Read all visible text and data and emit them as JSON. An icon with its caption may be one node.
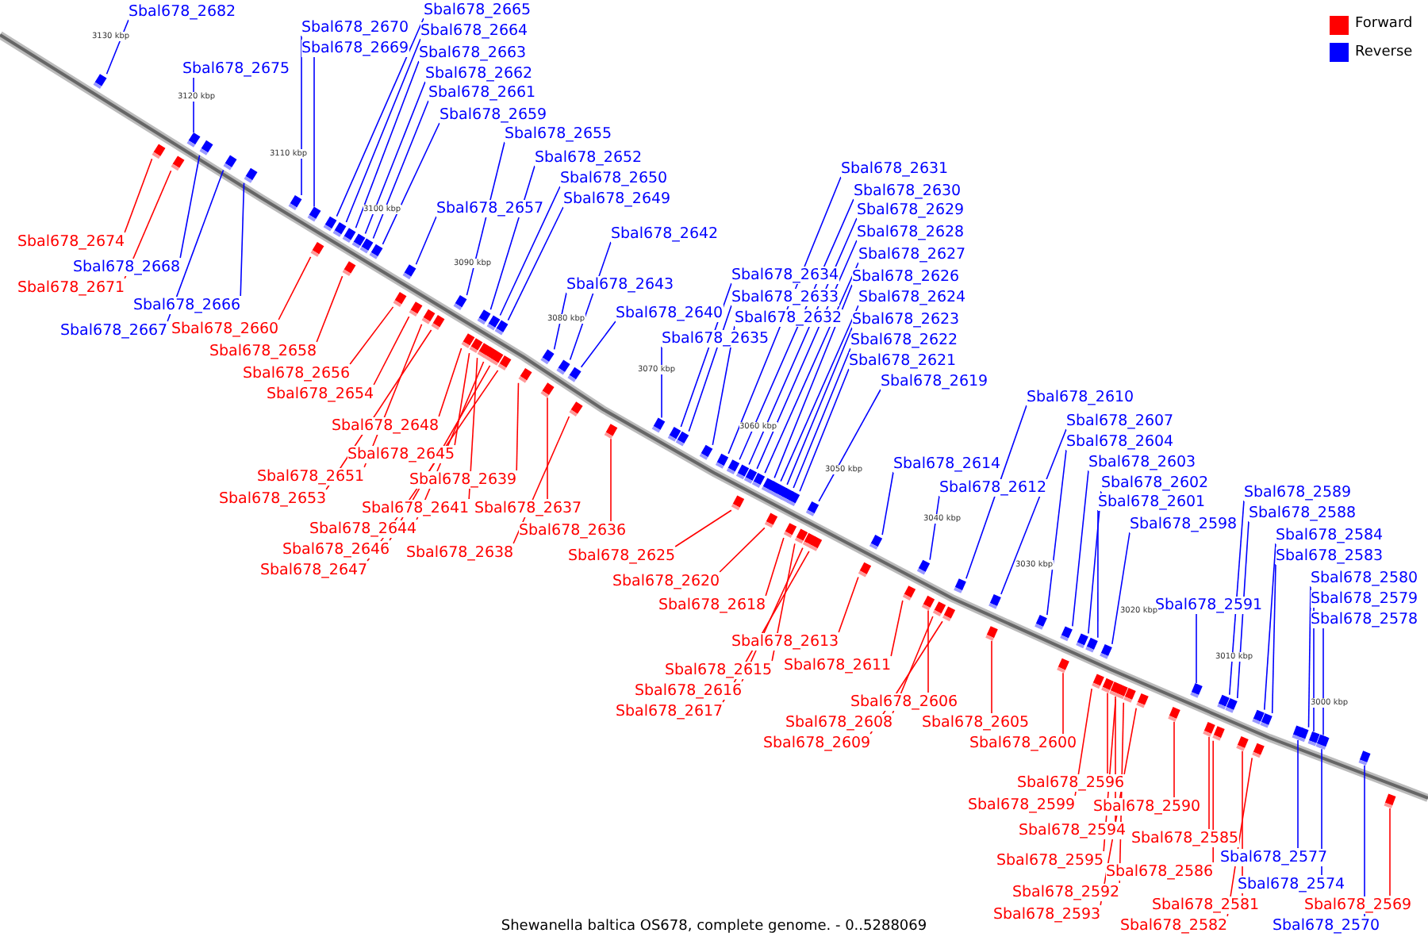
{
  "diagram": {
    "caption": "Shewanella baltica OS678, complete genome. - 0..5288069",
    "nodes": [
      {
        "text": [
          "Sbal678_2682"
        ]
      },
      {
        "text": [
          "Sbal678_2670"
        ]
      },
      {
        "text": [
          "Sbal678_2669"
        ]
      },
      {
        "text": [
          "Sbal678_2675"
        ]
      },
      {
        "text": [
          "Sbal678_2665"
        ]
      },
      {
        "text": [
          "Sbal678_2664"
        ]
      },
      {
        "text": [
          "Sbal678_2663"
        ]
      },
      {
        "text": [
          "Sbal678_2662"
        ]
      },
      {
        "text": [
          "Sbal678_2661"
        ]
      },
      {
        "text": [
          "Sbal678_2659"
        ]
      },
      {
        "text": [
          "Sbal678_2655"
        ]
      },
      {
        "text": [
          "Sbal678_2652"
        ]
      },
      {
        "text": [
          "Sbal678_2650"
        ]
      },
      {
        "text": [
          "Sbal678_2649"
        ]
      },
      {
        "text": [
          "Sbal678_2657"
        ]
      },
      {
        "text": [
          "Sbal678_2642"
        ]
      },
      {
        "text": [
          "Sbal678_2643"
        ]
      },
      {
        "text": [
          "Sbal678_2640"
        ]
      },
      {
        "text": [
          "Sbal678_2634"
        ]
      },
      {
        "text": [
          "Sbal678_2633"
        ]
      },
      {
        "text": [
          "Sbal678_2632"
        ]
      },
      {
        "text": [
          "Sbal678_2635"
        ]
      },
      {
        "text": [
          "Sbal678_2631"
        ]
      },
      {
        "text": [
          "Sbal678_2630"
        ]
      },
      {
        "text": [
          "Sbal678_2629"
        ]
      },
      {
        "text": [
          "Sbal678_2628"
        ]
      },
      {
        "text": [
          "Sbal678_2627"
        ]
      },
      {
        "text": [
          "Sbal678_2626"
        ]
      },
      {
        "text": [
          "Sbal678_2624"
        ]
      },
      {
        "text": [
          "Sbal678_2623"
        ]
      },
      {
        "text": [
          "Sbal678_2622"
        ]
      },
      {
        "text": [
          "Sbal678_2621"
        ]
      },
      {
        "text": [
          "Sbal678_2619"
        ]
      },
      {
        "text": [
          "Sbal678_2610"
        ]
      },
      {
        "text": [
          "Sbal678_2614"
        ]
      },
      {
        "text": [
          "Sbal678_2612"
        ]
      },
      {
        "text": [
          "Sbal678_2607"
        ]
      },
      {
        "text": [
          "Sbal678_2604"
        ]
      },
      {
        "text": [
          "Sbal678_2603"
        ]
      },
      {
        "text": [
          "Sbal678_2602"
        ]
      },
      {
        "text": [
          "Sbal678_2601"
        ]
      },
      {
        "text": [
          "Sbal678_2598"
        ]
      },
      {
        "text": [
          "Sbal678_2591"
        ]
      },
      {
        "text": [
          "Sbal678_2589"
        ]
      },
      {
        "text": [
          "Sbal678_2588"
        ]
      },
      {
        "text": [
          "Sbal678_2584"
        ]
      },
      {
        "text": [
          "Sbal678_2583"
        ]
      },
      {
        "text": [
          "Sbal678_2580"
        ]
      },
      {
        "text": [
          "Sbal678_2579"
        ]
      },
      {
        "text": [
          "Sbal678_2578"
        ]
      },
      {
        "text": [
          "Sbal678_2674"
        ]
      },
      {
        "text": [
          "Sbal678_2668"
        ]
      },
      {
        "text": [
          "Sbal678_2671"
        ]
      },
      {
        "text": [
          "Sbal678_2666"
        ]
      },
      {
        "text": [
          "Sbal678_2667"
        ]
      },
      {
        "text": [
          "Sbal678_2660"
        ]
      },
      {
        "text": [
          "Sbal678_2658"
        ]
      },
      {
        "text": [
          "Sbal678_2656"
        ]
      },
      {
        "text": [
          "Sbal678_2654"
        ]
      },
      {
        "text": [
          "Sbal678_2648"
        ]
      },
      {
        "text": [
          "Sbal678_2645"
        ]
      },
      {
        "text": [
          "Sbal678_2651"
        ]
      },
      {
        "text": [
          "Sbal678_2653"
        ]
      },
      {
        "text": [
          "Sbal678_2639"
        ]
      },
      {
        "text": [
          "Sbal678_2641"
        ]
      },
      {
        "text": [
          "Sbal678_2644"
        ]
      },
      {
        "text": [
          "Sbal678_2646"
        ]
      },
      {
        "text": [
          "Sbal678_2647"
        ]
      },
      {
        "text": [
          "Sbal678_2637"
        ]
      },
      {
        "text": [
          "Sbal678_2636"
        ]
      },
      {
        "text": [
          "Sbal678_2638"
        ]
      },
      {
        "text": [
          "Sbal678_2625"
        ]
      },
      {
        "text": [
          "Sbal678_2620"
        ]
      },
      {
        "text": [
          "Sbal678_2618"
        ]
      },
      {
        "text": [
          "Sbal678_2613"
        ]
      },
      {
        "text": [
          "Sbal678_2615"
        ]
      },
      {
        "text": [
          "Sbal678_2611"
        ]
      },
      {
        "text": [
          "Sbal678_2616"
        ]
      },
      {
        "text": [
          "Sbal678_2617"
        ]
      },
      {
        "text": [
          "Sbal678_2606"
        ]
      },
      {
        "text": [
          "Sbal678_2608"
        ]
      },
      {
        "text": [
          "Sbal678_2609"
        ]
      },
      {
        "text": [
          "Sbal678_2605"
        ]
      },
      {
        "text": [
          "Sbal678_2600"
        ]
      },
      {
        "text": [
          "Sbal678_2596"
        ]
      },
      {
        "text": [
          "Sbal678_2599"
        ]
      },
      {
        "text": [
          "Sbal678_2590"
        ]
      },
      {
        "text": [
          "Sbal678_2594"
        ]
      },
      {
        "text": [
          "Sbal678_2585"
        ]
      },
      {
        "text": [
          "Sbal678_2595"
        ]
      },
      {
        "text": [
          "Sbal678_2586"
        ]
      },
      {
        "text": [
          "Sbal678_2577"
        ]
      },
      {
        "text": [
          "Sbal678_2592"
        ]
      },
      {
        "text": [
          "Sbal678_2574"
        ]
      },
      {
        "text": [
          "Sbal678_2581"
        ]
      },
      {
        "text": [
          "Sbal678_2569"
        ]
      },
      {
        "text": [
          "Sbal678_2593"
        ]
      },
      {
        "text": [
          "Sbal678_2582"
        ]
      },
      {
        "text": [
          "Sbal678_2570"
        ]
      },
      {
        "text": [],
        "shape": "bar"
      },
      {
        "text": [],
        "shape": "bar"
      },
      {
        "text": [],
        "shape": "bar"
      },
      {
        "text": [],
        "shape": "bar"
      },
      {
        "text": [],
        "shape": "bar"
      },
      {
        "text": [],
        "shape": "bar"
      },
      {
        "text": [],
        "shape": "bar"
      },
      {
        "text": [],
        "shape": "bar"
      },
      {
        "text": [],
        "shape": "bar"
      },
      {
        "text": [],
        "shape": "bar"
      },
      {
        "text": [],
        "shape": "bar"
      },
      {
        "text": [],
        "shape": "bar"
      },
      {
        "text": [],
        "shape": "bar"
      },
      {
        "text": [],
        "shape": "bar"
      },
      {
        "text": [],
        "shape": "bar"
      },
      {
        "text": [],
        "shape": "bar"
      },
      {
        "text": [],
        "shape": "bar"
      },
      {
        "text": [],
        "shape": "bar"
      },
      {
        "text": [],
        "shape": "bar"
      },
      {
        "text": [],
        "shape": "bar"
      },
      {
        "text": [],
        "shape": "bar"
      },
      {
        "text": [],
        "shape": "bar"
      },
      {
        "text": [],
        "shape": "bar"
      },
      {
        "text": [],
        "shape": "bar"
      },
      {
        "text": [],
        "shape": "bar"
      },
      {
        "text": [],
        "shape": "bar"
      },
      {
        "text": [],
        "shape": "bar"
      },
      {
        "text": [],
        "shape": "bar"
      },
      {
        "text": [],
        "shape": "bar"
      },
      {
        "text": [],
        "shape": "bar"
      },
      {
        "text": [],
        "shape": "bar"
      },
      {
        "text": [],
        "shape": "bar"
      },
      {
        "text": [],
        "shape": "bar"
      },
      {
        "text": [],
        "shape": "bar"
      },
      {
        "text": [],
        "shape": "bar"
      },
      {
        "text": [],
        "shape": "bar"
      },
      {
        "text": [],
        "shape": "bar"
      },
      {
        "text": [],
        "shape": "bar"
      },
      {
        "text": [],
        "shape": "bar"
      },
      {
        "text": [],
        "shape": "bar"
      },
      {
        "text": [],
        "shape": "bar"
      },
      {
        "text": [],
        "shape": "bar"
      },
      {
        "text": [],
        "shape": "bar"
      },
      {
        "text": [],
        "shape": "bar"
      },
      {
        "text": [],
        "shape": "bar"
      },
      {
        "text": [],
        "shape": "bar"
      },
      {
        "text": [],
        "shape": "bar"
      },
      {
        "text": [],
        "shape": "bar"
      },
      {
        "text": [],
        "shape": "bar"
      },
      {
        "text": [],
        "shape": "bar"
      },
      {
        "text": [],
        "shape": "bar"
      },
      {
        "text": [],
        "shape": "bar"
      },
      {
        "text": [],
        "shape": "bar"
      },
      {
        "text": [],
        "shape": "bar"
      },
      {
        "text": [],
        "shape": "bar"
      },
      {
        "text": [],
        "shape": "bar"
      },
      {
        "text": [],
        "shape": "bar"
      },
      {
        "text": [],
        "shape": "bar"
      },
      {
        "text": [],
        "shape": "bar"
      },
      {
        "text": [],
        "shape": "bar"
      },
      {
        "text": [],
        "shape": "bar"
      },
      {
        "text": [],
        "shape": "bar"
      },
      {
        "text": [],
        "shape": "bar"
      },
      {
        "text": [],
        "shape": "bar"
      },
      {
        "text": [],
        "shape": "bar"
      },
      {
        "text": [],
        "shape": "bar"
      },
      {
        "text": [],
        "shape": "bar"
      },
      {
        "text": [],
        "shape": "bar"
      },
      {
        "text": [],
        "shape": "bar"
      },
      {
        "text": [],
        "shape": "bar"
      },
      {
        "text": [],
        "shape": "bar"
      },
      {
        "text": [],
        "shape": "bar"
      },
      {
        "text": [],
        "shape": "bar"
      },
      {
        "text": [],
        "shape": "bar"
      },
      {
        "text": [],
        "shape": "bar"
      },
      {
        "text": [],
        "shape": "bar"
      },
      {
        "text": [],
        "shape": "bar"
      },
      {
        "text": [],
        "shape": "bar"
      },
      {
        "text": [],
        "shape": "bar"
      },
      {
        "text": [],
        "shape": "bar"
      },
      {
        "text": [],
        "shape": "bar"
      },
      {
        "text": [],
        "shape": "bar"
      },
      {
        "text": [],
        "shape": "bar"
      },
      {
        "text": [],
        "shape": "bar"
      },
      {
        "text": [],
        "shape": "bar"
      },
      {
        "text": [],
        "shape": "bar"
      },
      {
        "text": [],
        "shape": "bar"
      },
      {
        "text": [],
        "shape": "bar"
      },
      {
        "text": [],
        "shape": "bar"
      },
      {
        "text": [],
        "shape": "bar"
      },
      {
        "text": [],
        "shape": "bar"
      },
      {
        "text": [],
        "shape": "bar"
      },
      {
        "text": [],
        "shape": "bar"
      },
      {
        "text": [],
        "shape": "bar"
      },
      {
        "text": [],
        "shape": "bar"
      },
      {
        "text": [],
        "shape": "bar"
      },
      {
        "text": [],
        "shape": "bar"
      },
      {
        "text": [],
        "shape": "bar"
      },
      {
        "text": [],
        "shape": "bar"
      }
    ],
    "edges": [
      {
        "from": 0,
        "to": 99,
        "arrow": "none"
      },
      {
        "from": 1,
        "to": 100,
        "arrow": "none"
      },
      {
        "from": 2,
        "to": 101,
        "arrow": "none"
      },
      {
        "from": 3,
        "to": 102,
        "arrow": "none"
      },
      {
        "from": 4,
        "to": 103,
        "arrow": "none"
      },
      {
        "from": 5,
        "to": 104,
        "arrow": "none"
      },
      {
        "from": 6,
        "to": 105,
        "arrow": "none"
      },
      {
        "from": 7,
        "to": 106,
        "arrow": "none"
      },
      {
        "from": 8,
        "to": 107,
        "arrow": "none"
      },
      {
        "from": 9,
        "to": 108,
        "arrow": "none"
      },
      {
        "from": 10,
        "to": 109,
        "arrow": "none"
      },
      {
        "from": 11,
        "to": 110,
        "arrow": "none"
      },
      {
        "from": 12,
        "to": 111,
        "arrow": "none"
      },
      {
        "from": 13,
        "to": 112,
        "arrow": "none"
      },
      {
        "from": 14,
        "to": 113,
        "arrow": "none"
      },
      {
        "from": 15,
        "to": 114,
        "arrow": "none"
      },
      {
        "from": 16,
        "to": 115,
        "arrow": "none"
      },
      {
        "from": 17,
        "to": 116,
        "arrow": "none"
      },
      {
        "from": 18,
        "to": 117,
        "arrow": "none"
      },
      {
        "from": 19,
        "to": 118,
        "arrow": "none"
      },
      {
        "from": 20,
        "to": 119,
        "arrow": "none"
      },
      {
        "from": 21,
        "to": 120,
        "arrow": "none"
      },
      {
        "from": 22,
        "to": 121,
        "arrow": "none"
      },
      {
        "from": 23,
        "to": 122,
        "arrow": "none"
      },
      {
        "from": 24,
        "to": 123,
        "arrow": "none"
      },
      {
        "from": 25,
        "to": 124,
        "arrow": "none"
      },
      {
        "from": 26,
        "to": 125,
        "arrow": "none"
      },
      {
        "from": 27,
        "to": 126,
        "arrow": "none"
      },
      {
        "from": 28,
        "to": 127,
        "arrow": "none"
      },
      {
        "from": 29,
        "to": 128,
        "arrow": "none"
      },
      {
        "from": 30,
        "to": 129,
        "arrow": "none"
      },
      {
        "from": 31,
        "to": 130,
        "arrow": "none"
      },
      {
        "from": 32,
        "to": 131,
        "arrow": "none"
      },
      {
        "from": 33,
        "to": 132,
        "arrow": "none"
      },
      {
        "from": 34,
        "to": 133,
        "arrow": "none"
      },
      {
        "from": 35,
        "to": 134,
        "arrow": "none"
      },
      {
        "from": 36,
        "to": 135,
        "arrow": "none"
      },
      {
        "from": 37,
        "to": 136,
        "arrow": "none"
      },
      {
        "from": 38,
        "to": 137,
        "arrow": "none"
      },
      {
        "from": 39,
        "to": 138,
        "arrow": "none"
      },
      {
        "from": 40,
        "to": 139,
        "arrow": "none"
      },
      {
        "from": 41,
        "to": 140,
        "arrow": "none"
      },
      {
        "from": 42,
        "to": 141,
        "arrow": "none"
      },
      {
        "from": 43,
        "to": 142,
        "arrow": "none"
      },
      {
        "from": 44,
        "to": 143,
        "arrow": "none"
      },
      {
        "from": 45,
        "to": 144,
        "arrow": "none"
      },
      {
        "from": 46,
        "to": 145,
        "arrow": "none"
      },
      {
        "from": 47,
        "to": 146,
        "arrow": "none"
      },
      {
        "from": 48,
        "to": 147,
        "arrow": "none"
      },
      {
        "from": 49,
        "to": 148,
        "arrow": "none"
      },
      {
        "from": 50,
        "to": 149,
        "arrow": "none",
        "color": "#ff0000"
      },
      {
        "from": 51,
        "to": 150,
        "arrow": "none"
      },
      {
        "from": 52,
        "to": 151,
        "arrow": "none",
        "color": "#ff0000"
      },
      {
        "from": 53,
        "to": 152,
        "arrow": "none"
      },
      {
        "from": 54,
        "to": 153,
        "arrow": "none"
      },
      {
        "from": 55,
        "to": 154,
        "arrow": "none",
        "color": "#ff0000"
      },
      {
        "from": 56,
        "to": 155,
        "arrow": "none",
        "color": "#ff0000"
      },
      {
        "from": 57,
        "to": 156,
        "arrow": "none",
        "color": "#ff0000"
      },
      {
        "from": 58,
        "to": 157,
        "arrow": "none",
        "color": "#ff0000"
      },
      {
        "from": 59,
        "to": 158,
        "arrow": "none",
        "color": "#ff0000"
      },
      {
        "from": 60,
        "to": 159,
        "arrow": "none",
        "color": "#ff0000"
      },
      {
        "from": 61,
        "to": 160,
        "arrow": "none",
        "color": "#ff0000"
      },
      {
        "from": 62,
        "to": 161,
        "arrow": "none",
        "color": "#ff0000"
      },
      {
        "from": 63,
        "to": 162,
        "arrow": "none",
        "color": "#ff0000"
      },
      {
        "from": 64,
        "to": 163,
        "arrow": "none",
        "color": "#ff0000"
      },
      {
        "from": 65,
        "to": 164,
        "arrow": "none",
        "color": "#ff0000"
      },
      {
        "from": 66,
        "to": 165,
        "arrow": "none",
        "color": "#ff0000"
      },
      {
        "from": 67,
        "to": 166,
        "arrow": "none",
        "color": "#ff0000"
      },
      {
        "from": 68,
        "to": 167,
        "arrow": "none",
        "color": "#ff0000"
      },
      {
        "from": 69,
        "to": 168,
        "arrow": "none",
        "color": "#ff0000"
      },
      {
        "from": 70,
        "to": 169,
        "arrow": "none",
        "color": "#ff0000"
      },
      {
        "from": 71,
        "to": 170,
        "arrow": "none",
        "color": "#ff0000"
      },
      {
        "from": 72,
        "to": 171,
        "arrow": "none",
        "color": "#ff0000"
      },
      {
        "from": 73,
        "to": 172,
        "arrow": "none",
        "color": "#ff0000"
      },
      {
        "from": 74,
        "to": 173,
        "arrow": "none",
        "color": "#ff0000"
      },
      {
        "from": 75,
        "to": 174,
        "arrow": "none",
        "color": "#ff0000"
      },
      {
        "from": 76,
        "to": 175,
        "arrow": "none",
        "color": "#ff0000"
      },
      {
        "from": 77,
        "to": 176,
        "arrow": "none",
        "color": "#ff0000"
      },
      {
        "from": 78,
        "to": 177,
        "arrow": "none",
        "color": "#ff0000"
      },
      {
        "from": 79,
        "to": 178,
        "arrow": "none",
        "color": "#ff0000"
      },
      {
        "from": 80,
        "to": 179,
        "arrow": "none",
        "color": "#ff0000"
      },
      {
        "from": 81,
        "to": 180,
        "arrow": "none",
        "color": "#ff0000"
      },
      {
        "from": 82,
        "to": 181,
        "arrow": "none",
        "color": "#ff0000"
      },
      {
        "from": 83,
        "to": 182,
        "arrow": "none",
        "color": "#ff0000"
      },
      {
        "from": 84,
        "to": 183,
        "arrow": "none",
        "color": "#ff0000"
      },
      {
        "from": 85,
        "to": 184,
        "arrow": "none",
        "color": "#ff0000"
      },
      {
        "from": 86,
        "to": 185,
        "arrow": "none",
        "color": "#ff0000"
      },
      {
        "from": 87,
        "to": 186,
        "arrow": "none",
        "color": "#ff0000"
      },
      {
        "from": 88,
        "to": 187,
        "arrow": "none",
        "color": "#ff0000"
      },
      {
        "from": 89,
        "to": 188,
        "arrow": "none",
        "color": "#ff0000"
      },
      {
        "from": 90,
        "to": 189,
        "arrow": "none",
        "color": "#ff0000"
      },
      {
        "from": 91,
        "to": 190,
        "arrow": "none"
      },
      {
        "from": 92,
        "to": 191,
        "arrow": "none",
        "color": "#ff0000"
      },
      {
        "from": 93,
        "to": 192,
        "arrow": "none"
      },
      {
        "from": 94,
        "to": 193,
        "arrow": "none",
        "color": "#ff0000"
      },
      {
        "from": 95,
        "to": 194,
        "arrow": "none",
        "color": "#ff0000"
      },
      {
        "from": 96,
        "to": 195,
        "arrow": "none",
        "color": "#ff0000"
      },
      {
        "from": 97,
        "to": 196,
        "arrow": "none",
        "color": "#ff0000"
      },
      {
        "from": 98,
        "to": 197,
        "arrow": "none"
      }
    ],
    "labels": [
      "3130 kbp",
      "3120 kbp",
      "3110 kbp",
      "3100 kbp",
      "3090 kbp",
      "3080 kbp",
      "3070 kbp",
      "3060 kbp",
      "3050 kbp",
      "3040 kbp",
      "3030 kbp",
      "3020 kbp",
      "3010 kbp",
      "3000 kbp"
    ],
    "legend": [
      {
        "text": "Forward",
        "color": "#ff0000"
      },
      {
        "text": "Reverse",
        "color": "#0000ff"
      }
    ]
  }
}
